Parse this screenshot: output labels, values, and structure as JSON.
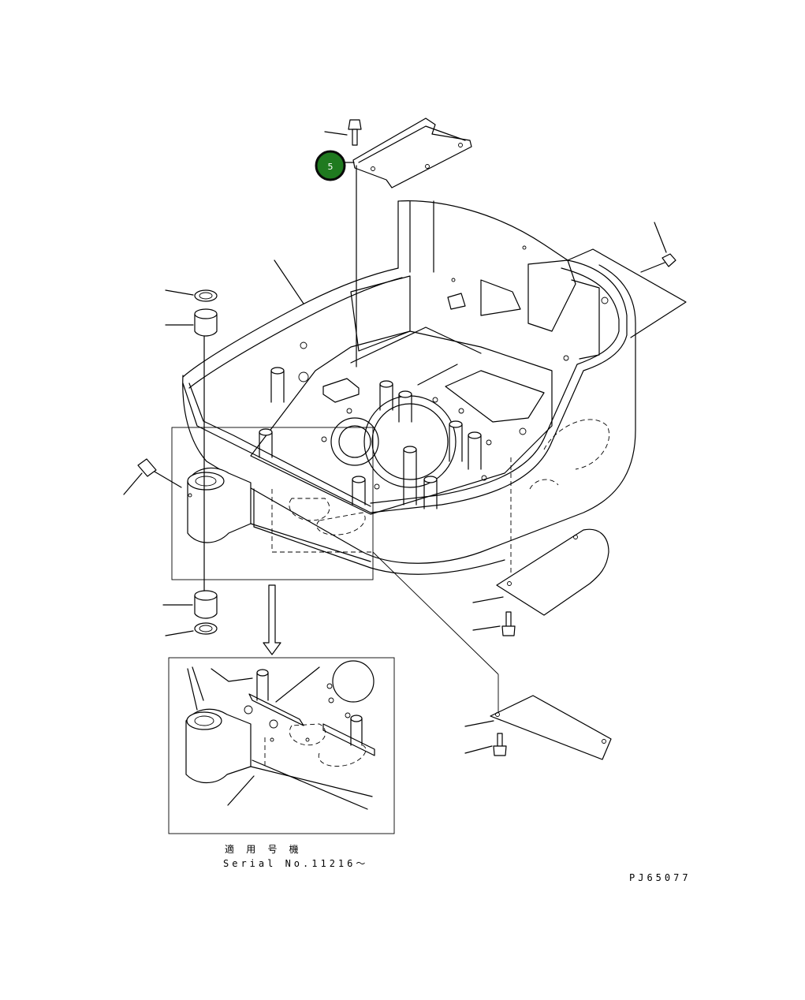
{
  "callout": {
    "number": "5",
    "fill_color": "#1f7a1f",
    "ring_color": "#0a0a0a"
  },
  "inset": {
    "applicability_label": "適 用 号 機",
    "serial_label": "Serial No.11216～"
  },
  "drawing_code": "PJ65077"
}
